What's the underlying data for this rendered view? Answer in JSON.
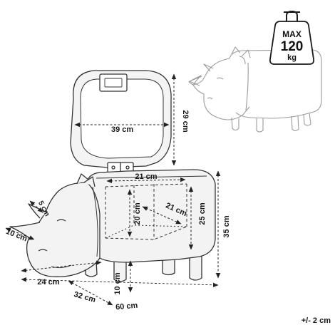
{
  "colors": {
    "outline": "#333333",
    "dim_line": "#222222",
    "ghost": "#9a9a9a",
    "fabric": "#f3f3f3",
    "background": "#ffffff"
  },
  "icons": {
    "weight": "weight-icon",
    "hinge": "hinge-icon"
  },
  "weight_badge": {
    "line1": "MAX",
    "line2": "120",
    "line3": "kg"
  },
  "dimensions": {
    "lid_width": "39 cm",
    "lid_height": "29 cm",
    "storage_width": "21 cm",
    "storage_height": "20 cm",
    "storage_depth": "21 cm",
    "seat_height": "25 cm",
    "total_height": "35 cm",
    "horn_height": "5 cm",
    "horn_length": "10 cm",
    "leg_height": "10 cm",
    "head_length": "24 cm",
    "depth": "32 cm",
    "length": "60 cm"
  },
  "tolerance": "+/- 2 cm"
}
